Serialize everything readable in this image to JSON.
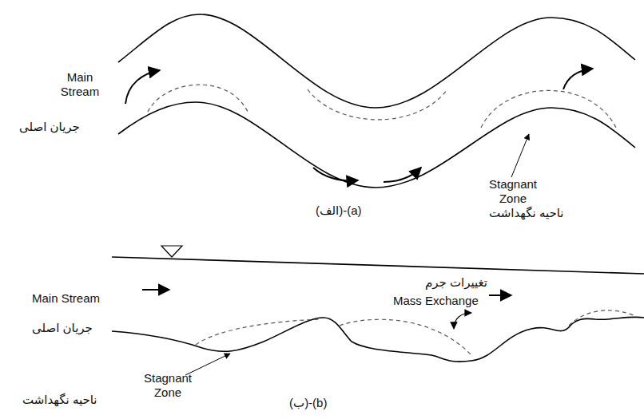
{
  "diagram": {
    "labels": [
      "Main Stream",
      "جریان اصلی",
      "Stagnant Zone",
      "ناحیه نگهداشت",
      "(الف)-(a)",
      "Main Stream",
      "جریان اصلی",
      "تغییرات جرم",
      "Mass Exchange",
      "Stagnant Zone",
      "ناحیه نگهداشت",
      "(ب)-(b)"
    ]
  }
}
